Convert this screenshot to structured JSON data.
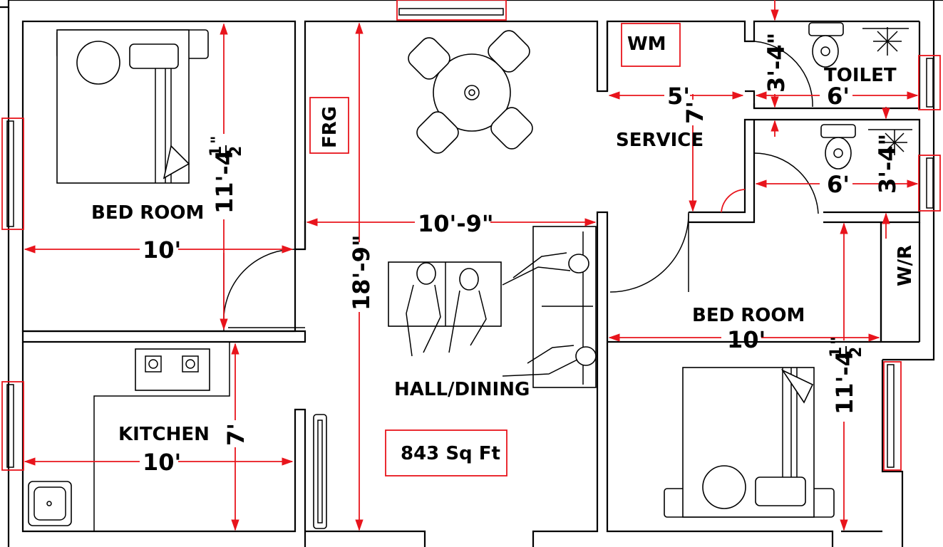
{
  "rooms": {
    "bedroom_left": "BED ROOM",
    "bedroom_right": "BED ROOM",
    "kitchen": "KITCHEN",
    "hall": "HALL/DINING",
    "service": "SERVICE",
    "toilet": "TOILET",
    "wm": "WM",
    "frg": "FRG",
    "wr": "W/R"
  },
  "area": "843 Sq Ft",
  "dims": {
    "bed_left_width": "10'",
    "bed_left_height_main": "11'-4",
    "bed_left_height_frac_num": "1",
    "bed_left_height_frac_den": "2",
    "bed_left_height_sup": "\"",
    "kitchen_width": "10'",
    "kitchen_height": "7'",
    "hall_width": "10'-9\"",
    "hall_height": "18'-9\"",
    "service_width": "5'",
    "service_height": "7'",
    "toilet_upper_width": "6'",
    "toilet_upper_height": "3'-4\"",
    "toilet_lower_width": "6'",
    "toilet_lower_height": "3'-4\"",
    "bed_right_width": "10'",
    "bed_right_height_main": "11'-4",
    "bed_right_height_frac_num": "1",
    "bed_right_height_frac_den": "2",
    "bed_right_height_sup": "\""
  },
  "colors": {
    "dimension": "#e8141c",
    "wall": "#000000",
    "background": "#ffffff"
  }
}
